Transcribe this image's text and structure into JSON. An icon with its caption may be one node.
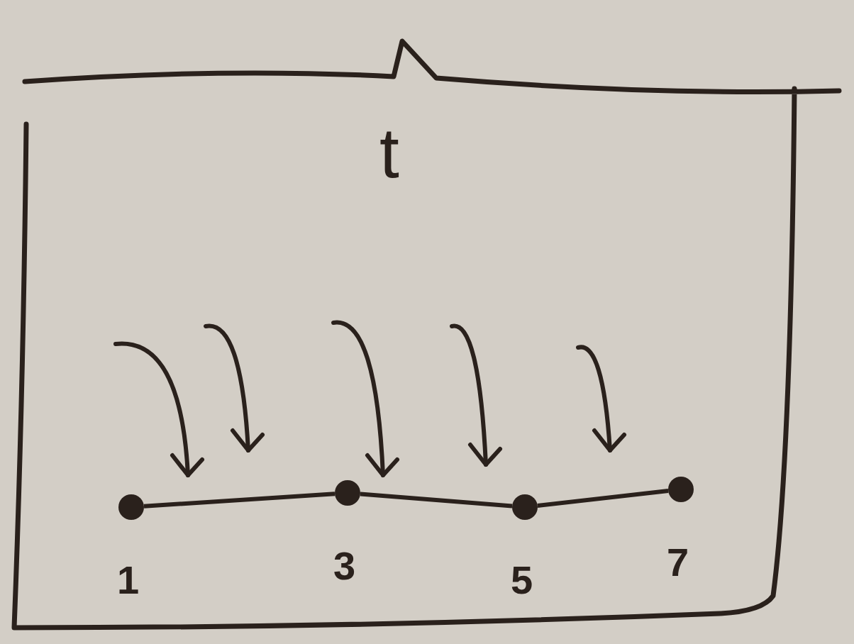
{
  "diagram": {
    "nodes": [
      {
        "text": [
          "t"
        ]
      },
      {
        "text": [],
        "shape": "circle",
        "in": 0,
        "beside": [
          "1"
        ]
      },
      {
        "text": [],
        "shape": "circle",
        "in": 0,
        "beside": [
          "3"
        ]
      },
      {
        "text": [],
        "shape": "circle",
        "in": 0,
        "beside": [
          "5"
        ]
      },
      {
        "text": [],
        "shape": "circle",
        "in": 0,
        "beside": [
          "7"
        ]
      }
    ],
    "edges": [
      {
        "from": 1,
        "to": 2,
        "arrow": "none"
      },
      {
        "from": 2,
        "to": 3,
        "arrow": "none"
      },
      {
        "from": 3,
        "to": 4,
        "arrow": "none"
      }
    ]
  }
}
